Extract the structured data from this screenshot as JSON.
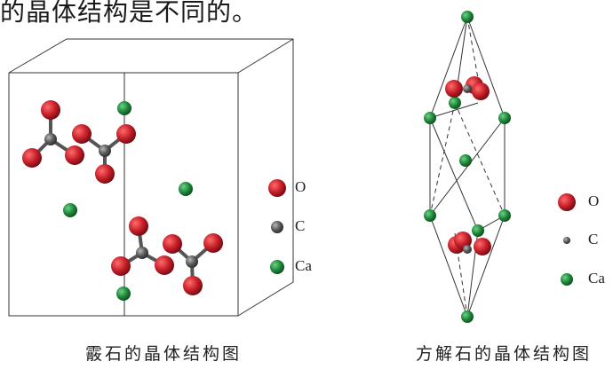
{
  "header": {
    "text": "的晶体结构是不同的。"
  },
  "aragonite": {
    "caption": "霰石的晶体结构图",
    "legend": [
      {
        "label": "O",
        "color": "#c8202a",
        "atom": "oxygen"
      },
      {
        "label": "C",
        "color": "#5a5a5a",
        "atom": "carbon"
      },
      {
        "label": "Ca",
        "color": "#1f8a3a",
        "atom": "calcium"
      }
    ]
  },
  "calcite": {
    "caption": "方解石的晶体结构图",
    "legend": [
      {
        "label": "O",
        "color": "#c8202a",
        "atom": "oxygen"
      },
      {
        "label": "C",
        "color": "#5a5a5a",
        "atom": "carbon"
      },
      {
        "label": "Ca",
        "color": "#1f8a3a",
        "atom": "calcium"
      }
    ]
  }
}
